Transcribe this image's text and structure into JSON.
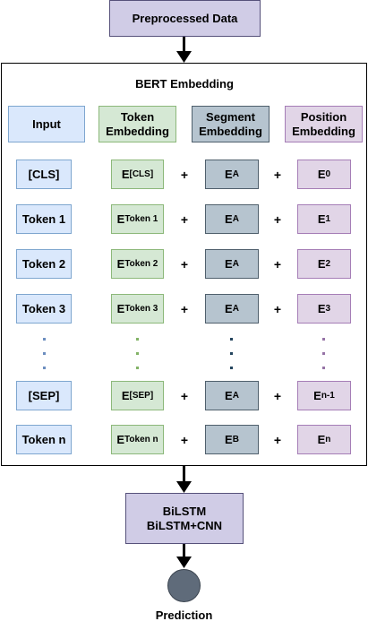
{
  "flow": {
    "top_label": "Preprocessed Data",
    "model_line1": "BiLSTM",
    "model_line2": "BiLSTM+CNN",
    "output_label": "Prediction"
  },
  "embedding": {
    "title": "BERT Embedding",
    "headers": {
      "input": "Input",
      "token": "Token\nEmbedding",
      "segment": "Segment\nEmbedding",
      "position": "Position\nEmbedding"
    },
    "rows": [
      {
        "input": "[CLS]",
        "token_base": "E",
        "token_sub": "[CLS]",
        "seg_base": "E",
        "seg_sub": "A",
        "pos_base": "E",
        "pos_sub": "0"
      },
      {
        "input": "Token 1",
        "token_base": "E",
        "token_sub": "Token 1",
        "seg_base": "E",
        "seg_sub": "A",
        "pos_base": "E",
        "pos_sub": "1"
      },
      {
        "input": "Token 2",
        "token_base": "E",
        "token_sub": "Token 2",
        "seg_base": "E",
        "seg_sub": "A",
        "pos_base": "E",
        "pos_sub": "2"
      },
      {
        "input": "Token 3",
        "token_base": "E",
        "token_sub": "Token 3",
        "seg_base": "E",
        "seg_sub": "A",
        "pos_base": "E",
        "pos_sub": "3"
      },
      {
        "input": "[SEP]",
        "token_base": "E",
        "token_sub": "[SEP]",
        "seg_base": "E",
        "seg_sub": "A",
        "pos_base": "E",
        "pos_sub": "n-1"
      },
      {
        "input": "Token n",
        "token_base": "E",
        "token_sub": "Token n",
        "seg_base": "E",
        "seg_sub": "B",
        "pos_base": "E",
        "pos_sub": "n"
      }
    ],
    "plus_sign": "+"
  },
  "colors": {
    "input_dots": "#6c8ebf",
    "token_dots": "#82b366",
    "segment_dots": "#23445d",
    "position_dots": "#9673a6",
    "prediction_node": "#5f6b7a"
  }
}
